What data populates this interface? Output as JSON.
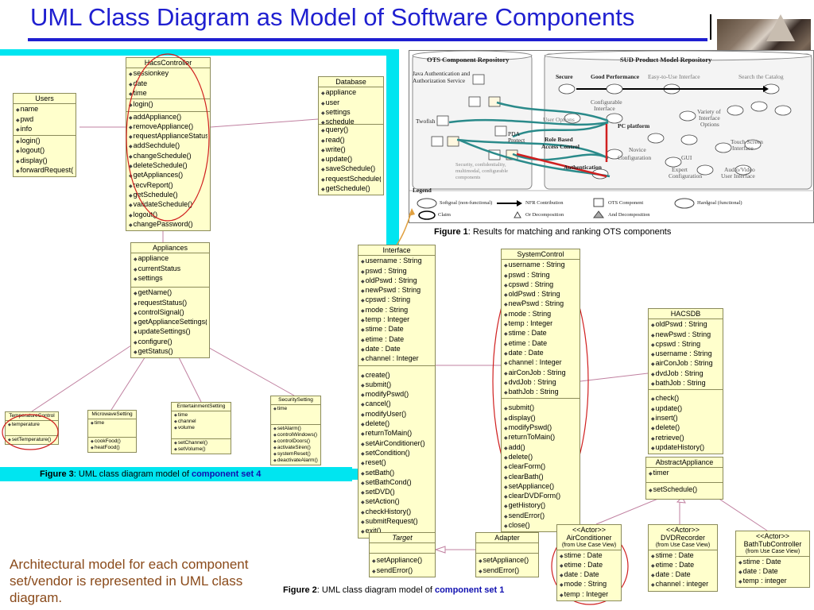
{
  "slide": {
    "title": "UML Class Diagram as Model of Software Components",
    "architectural_note": "Architectural model for each component set/vendor is represented in UML class diagram."
  },
  "figure3": {
    "caption_prefix": "Figure 3",
    "caption_text": ": UML class diagram model of ",
    "caption_emph": "component set 4",
    "classes": {
      "users": {
        "name": "Users",
        "attrs": [
          "name",
          "pwd",
          "info"
        ],
        "ops": [
          "login()",
          "logout()",
          "display()",
          "forwardRequest()"
        ]
      },
      "hacs": {
        "name": "HacsController",
        "attrs": [
          "sessionkey",
          "date",
          "time"
        ],
        "ops1": [
          "login()"
        ],
        "ops2": [
          "addAppliance()",
          "removeAppliance()",
          "requestApplianceStatus()",
          "addSechdule()",
          "changeSchedule()",
          "deleteSchedule()",
          "getAppliances()",
          "recvReport()",
          "getSchedule()",
          "validateSchedule()",
          "logout()",
          "changePassword()"
        ]
      },
      "database": {
        "name": "Database",
        "attrs": [
          "appliance",
          "user",
          "settings",
          "schedule"
        ],
        "ops": [
          "query()",
          "read()",
          "write()",
          "update()",
          "saveSchedule()",
          "requestSchedule()",
          "getSchedule()"
        ]
      },
      "appliances": {
        "name": "Appliances",
        "attrs": [
          "appliance",
          "currentStatus",
          "settings"
        ],
        "ops": [
          "getName()",
          "requestStatus()",
          "controlSignal()",
          "getApplianceSettings()",
          "updateSettings()",
          "configure()",
          "getStatus()"
        ]
      },
      "temperature": {
        "name": "TemperatureControl",
        "attrs": [
          "temperature"
        ],
        "ops": [
          "setTemperature()"
        ]
      },
      "microwave": {
        "name": "MicrowaveSetting",
        "attrs": [
          "time"
        ],
        "ops": [
          "cookFood()",
          "heatFood()"
        ]
      },
      "entertainment": {
        "name": "EntertainmentSetting",
        "attrs": [
          "time",
          "channel",
          "volume"
        ],
        "ops": [
          "setChannel()",
          "setVolume()"
        ]
      },
      "security": {
        "name": "SecuritySetting",
        "attrs": [
          "time"
        ],
        "ops": [
          "setAlarm()",
          "controlWindows()",
          "controlDoors()",
          "activateSiren()",
          "systemReset()",
          "deactivateAlarm()"
        ]
      }
    }
  },
  "figure1": {
    "caption_prefix": "Figure 1",
    "caption_text": ": Results for matching and ranking OTS components",
    "ots_repo_title": "OTS Component Repository",
    "sud_repo_title": "SUD Product Model Repository",
    "labels": {
      "java_auth": "Java Authentication and",
      "auth_service": "Authorization Service",
      "twofish": "Twofish",
      "pda_protect": "PDA",
      "protect": "Protect",
      "secure": "Secure",
      "good_perf": "Good Performance",
      "easy_ui": "Easy-to-Use Interface",
      "search_catalog": "Search the Catalog",
      "configurable": "Configurable",
      "interface": "Interface",
      "variety": "Variety of",
      "interface2": "Interface",
      "options": "Options",
      "user_options": "User Options",
      "pc_platform": "PC platform",
      "role_based": "Role Based",
      "access_control": "Access Control",
      "novice": "Novice",
      "configuration": "Configuration",
      "gui": "GUI",
      "touch_screen": "Touch Screen",
      "interface3": "Interface",
      "authentication": "Authentication",
      "expert": "Expert",
      "configuration2": "Configuration",
      "audio_video": "Audio/Video",
      "user_interface": "User Interface",
      "security_cmp": "Security, confidentiality,",
      "multimodal": "multimodal, configurable",
      "components": "components"
    },
    "legend": {
      "title": "Legend",
      "softgoal": "Softgoal (non-functional)",
      "nfr": "NFR Contribution",
      "ots_component": "OTS Component",
      "hardgoal": "Hardgoal (functional)",
      "claim": "Claim",
      "or_decomp": "Or Decomposition",
      "and_decomp": "And Decomposition"
    }
  },
  "figure2": {
    "caption_prefix": "Figure 2",
    "caption_text": ": UML class diagram model of ",
    "caption_emph": "component set 1",
    "classes": {
      "interface": {
        "name": "Interface",
        "attrs": [
          "username : String",
          "pswd : String",
          "oldPswd : String",
          "newPswd : String",
          "cpswd : String",
          "mode : String",
          "temp : Integer",
          "stime : Date",
          "etime : Date",
          "date : Date",
          "channel : Integer"
        ],
        "ops": [
          "create()",
          "submit()",
          "modifyPswd()",
          "cancel()",
          "modifyUser()",
          "delete()",
          "returnToMain()",
          "setAirConditioner()",
          "setCondition()",
          "reset()",
          "setBath()",
          "setBathCond()",
          "setDVD()",
          "setAction()",
          "checkHistory()",
          "submitRequest()",
          "exit()"
        ]
      },
      "systemcontrol": {
        "name": "SystemControl",
        "attrs": [
          "username : String",
          "pswd : String",
          "cpswd : String",
          "oldPswd : String",
          "newPswd : String",
          "mode : String",
          "temp : Integer",
          "stime : Date",
          "etime : Date",
          "date : Date",
          "channel : Integer",
          "airConJob : String",
          "dvdJob : String",
          "bathJob : String"
        ],
        "ops": [
          "submit()",
          "display()",
          "modifyPswd()",
          "returnToMain()",
          "add()",
          "delete()",
          "clearForm()",
          "clearBath()",
          "setAppliance()",
          "clearDVDForm()",
          "getHistory()",
          "sendError()",
          "close()"
        ]
      },
      "hacsdb": {
        "name": "HACSDB",
        "attrs": [
          "oldPswd : String",
          "newPswd : String",
          "cpswd : String",
          "username : String",
          "airConJob : String",
          "dvdJob : String",
          "bathJob : String"
        ],
        "ops": [
          "check()",
          "update()",
          "insert()",
          "delete()",
          "retrieve()",
          "updateHistory()"
        ]
      },
      "abstract": {
        "name": "AbstractAppliance",
        "attrs": [
          "timer"
        ],
        "ops": [
          "setSchedule()"
        ]
      },
      "target": {
        "name": "Target",
        "ops": [
          "setAppliance()",
          "sendError()"
        ]
      },
      "adapter": {
        "name": "Adapter",
        "ops": [
          "setAppliance()",
          "sendError()"
        ]
      },
      "aircon": {
        "stereo": "<<Actor>>",
        "name": "AirConditioner",
        "from": "(from Use Case View)",
        "attrs": [
          "stime : Date",
          "etime : Date",
          "date : Date",
          "mode : String",
          "temp : Integer"
        ]
      },
      "dvd": {
        "stereo": "<<Actor>>",
        "name": "DVDRecorder",
        "from": "(from Use Case View)",
        "attrs": [
          "stime : Date",
          "etime : Date",
          "date : Date",
          "channel : integer"
        ]
      },
      "bath": {
        "stereo": "<<Actor>>",
        "name": "BathTubController",
        "from": "(from Use Case View)",
        "attrs": [
          "stime : Date",
          "date : Date",
          "temp : integer"
        ]
      }
    }
  },
  "colors": {
    "title_blue": "#1f1fd0",
    "panel_cyan": "#00e5f0",
    "class_fill": "#ffffcc",
    "highlight_red": "#d02020",
    "note_brown": "#8a4a1a"
  }
}
